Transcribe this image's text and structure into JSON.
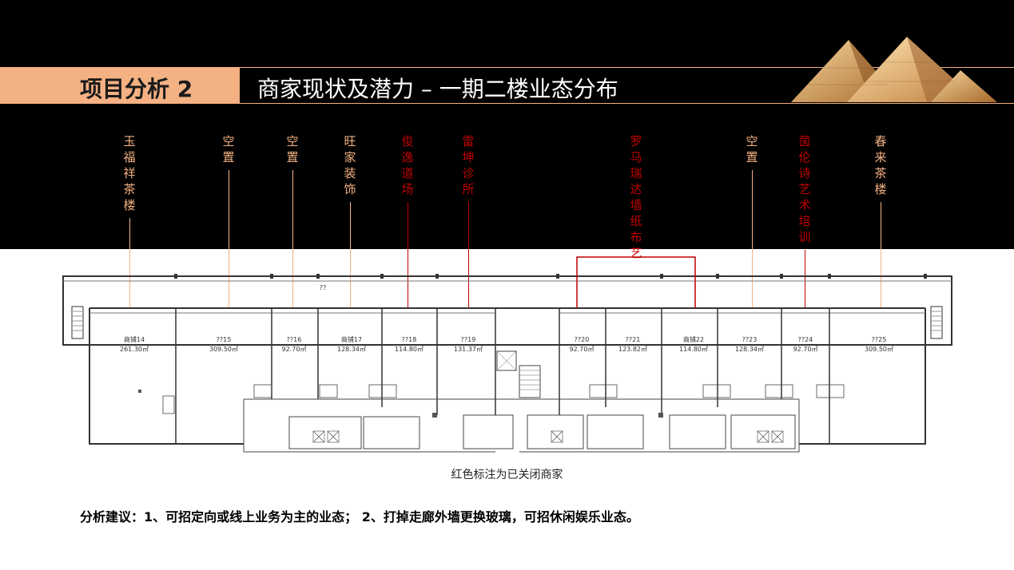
{
  "title": {
    "section": "项目分析 2",
    "subtitle": "商家现状及潜力 – 一期二楼业态分布"
  },
  "colors": {
    "title_band": "#f4b183",
    "closed": "#c00000",
    "open": "#f4b183",
    "leader_open": "#f4b183",
    "leader_closed": "#c00000"
  },
  "shop_labels": [
    {
      "text": "玉福祥茶楼",
      "status": "open"
    },
    {
      "text": "空置",
      "status": "open"
    },
    {
      "text": "空置",
      "status": "open"
    },
    {
      "text": "旺家装饰",
      "status": "open"
    },
    {
      "text": "俊逸道场",
      "status": "closed"
    },
    {
      "text": "雷坤诊所",
      "status": "closed"
    },
    {
      "text": "罗马瑞达墙纸布艺",
      "status": "closed"
    },
    {
      "text": "空置",
      "status": "open"
    },
    {
      "text": "茵伦诗艺术培训",
      "status": "closed"
    },
    {
      "text": "春来茶楼",
      "status": "open"
    }
  ],
  "units": [
    {
      "name": "商铺14",
      "area": "261.30㎡"
    },
    {
      "name": "??15",
      "area": "309.50㎡"
    },
    {
      "name": "??16",
      "area": "92.70㎡"
    },
    {
      "name": "商铺17",
      "area": "128.34㎡"
    },
    {
      "name": "??18",
      "area": "114.80㎡"
    },
    {
      "name": "??19",
      "area": "131.37㎡"
    },
    {
      "name": "??20",
      "area": "92.70㎡"
    },
    {
      "name": "??21",
      "area": "123.82㎡"
    },
    {
      "name": "商铺22",
      "area": "114.80㎡"
    },
    {
      "name": "??23",
      "area": "128.34㎡"
    },
    {
      "name": "??24",
      "area": "92.70㎡"
    },
    {
      "name": "??25",
      "area": "309.50㎡"
    }
  ],
  "corridor_label": "??",
  "caption": "红色标注为已关闭商家",
  "advice": "分析建议：1、可招定向或线上业务为主的业态； 2、打掉走廊外墙更换玻璃，可招休闲娱乐业态。"
}
